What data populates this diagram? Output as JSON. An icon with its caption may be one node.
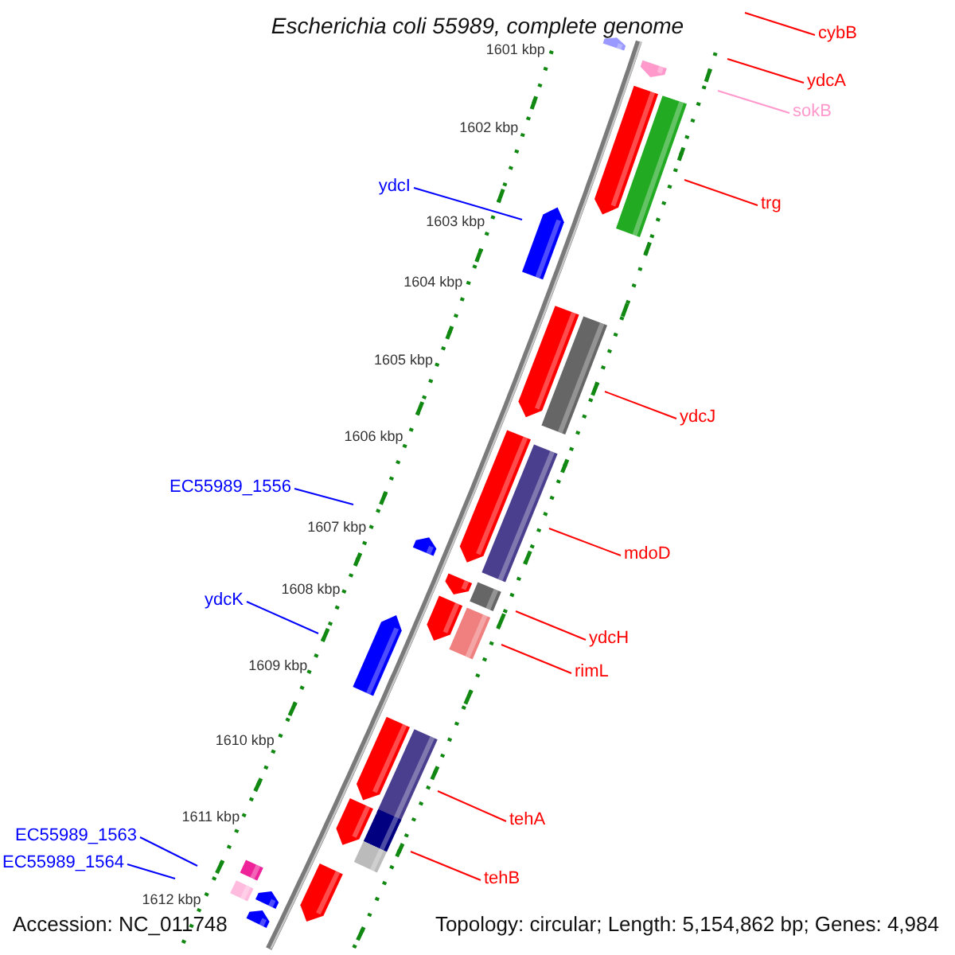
{
  "diagram": {
    "title": "Escherichia coli 55989, complete genome",
    "nodes": [
      {
        "text": [
          "cybB"
        ]
      },
      {
        "text": [
          "ydcA"
        ]
      },
      {
        "text": [
          "sokB"
        ]
      },
      {
        "text": [
          "trg"
        ]
      },
      {
        "text": [
          "ydcI"
        ]
      },
      {
        "text": [
          "ydcJ"
        ]
      },
      {
        "text": [
          "EC55989_1556"
        ]
      },
      {
        "text": [
          "mdoD"
        ]
      },
      {
        "text": [
          "ydcK"
        ]
      },
      {
        "text": [
          "ydcH"
        ]
      },
      {
        "text": [
          "rimL"
        ]
      },
      {
        "text": [
          "tehA"
        ]
      },
      {
        "text": [
          "EC55989_1563"
        ]
      },
      {
        "text": [
          "EC55989_1564"
        ]
      },
      {
        "text": [
          "tehB"
        ]
      }
    ],
    "edges": [
      {
        "from": 0,
        "to": null,
        "arrow": "none"
      },
      {
        "from": 1,
        "to": null,
        "arrow": "none"
      },
      {
        "from": 2,
        "to": null,
        "arrow": "none",
        "color": "#ff99cc"
      },
      {
        "from": 3,
        "to": null,
        "arrow": "none"
      },
      {
        "from": 4,
        "to": null,
        "arrow": "none",
        "color": "#0000ff"
      },
      {
        "from": 5,
        "to": null,
        "arrow": "none"
      },
      {
        "from": 6,
        "to": null,
        "arrow": "none",
        "color": "#0000ff"
      },
      {
        "from": 7,
        "to": null,
        "arrow": "none"
      },
      {
        "from": 8,
        "to": null,
        "arrow": "none",
        "color": "#0000ff"
      },
      {
        "from": 9,
        "to": null,
        "arrow": "none"
      },
      {
        "from": 10,
        "to": null,
        "arrow": "none"
      },
      {
        "from": 11,
        "to": null,
        "arrow": "none"
      },
      {
        "from": 12,
        "to": null,
        "arrow": "none",
        "color": "#0000ff"
      },
      {
        "from": 13,
        "to": null,
        "arrow": "none",
        "color": "#0000ff"
      },
      {
        "from": 14,
        "to": null,
        "arrow": "none"
      }
    ],
    "labels": [
      "1601 kbp",
      "1602 kbp",
      "1603 kbp",
      "1604 kbp",
      "1605 kbp",
      "1606 kbp",
      "1607 kbp",
      "1608 kbp",
      "1609 kbp",
      "1610 kbp",
      "1611 kbp",
      "1612 kbp",
      "Accession: NC_011748",
      "Topology: circular; Length: 5,154,862 bp; Genes: 4,984"
    ]
  }
}
